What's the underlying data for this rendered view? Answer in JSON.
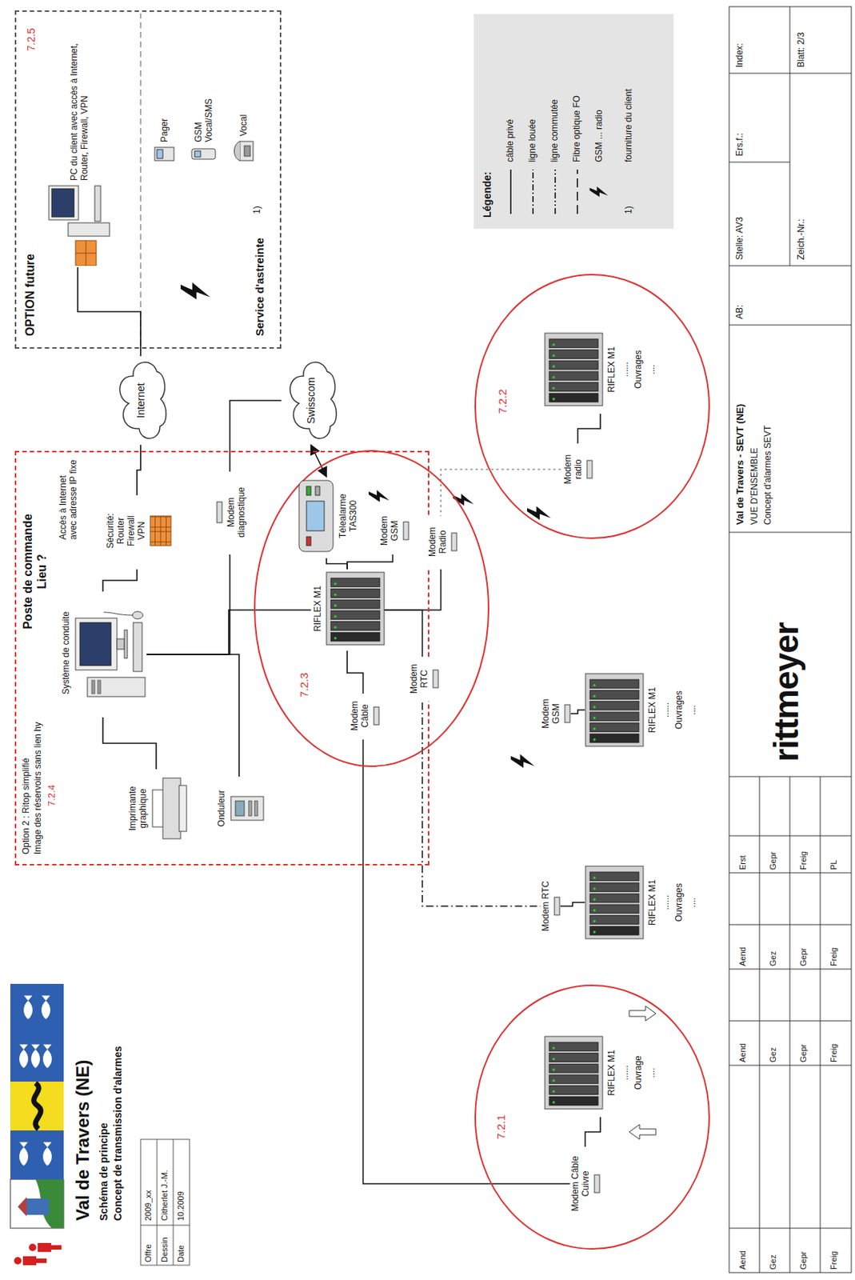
{
  "diagram": {
    "title": "Val de Travers (NE)",
    "nodes": [
      {
        "text": [
          "Poste de commande Lieu ?"
        ]
      },
      {
        "text": [
          "Imprimante graphique"
        ],
        "in": 0
      },
      {
        "text": [
          "Onduleur"
        ],
        "in": 0
      },
      {
        "text": [
          "Système de conduite"
        ],
        "in": 0
      },
      {
        "text": [
          "Sécurité: Router Firewall VPN"
        ],
        "in": 0
      },
      {
        "text": [
          "Modem diagnostique"
        ],
        "in": 0
      },
      {
        "text": [
          "7.2.3"
        ],
        "in": 0
      },
      {
        "text": [
          "RIFLEX M1"
        ],
        "in": 6
      },
      {
        "text": [
          "Modem Câble"
        ],
        "in": 6
      },
      {
        "text": [
          "Modem RTC"
        ],
        "in": 6
      },
      {
        "text": [
          "Modem GSM"
        ],
        "in": 6
      },
      {
        "text": [
          "Modem Radio"
        ],
        "in": 6
      },
      {
        "text": [
          "Télealarme TAS300"
        ],
        "in": 6
      },
      {
        "text": [
          "Internet"
        ]
      },
      {
        "text": [
          "Swisscom"
        ]
      },
      {
        "text": [
          "OPTION future",
          "7.2.5"
        ]
      },
      {
        "text": [
          "PC du client avec accès à Internet, Router, Firewall, VPN"
        ],
        "in": 15
      },
      {
        "text": [
          "Pager"
        ],
        "in": 15
      },
      {
        "text": [
          "GSM Vocal/SMS"
        ],
        "in": 15
      },
      {
        "text": [
          "Vocal"
        ],
        "in": 15
      },
      {
        "text": [
          "7.2.1"
        ]
      },
      {
        "text": [
          "Modem Câble Cuivre"
        ],
        "in": 20
      },
      {
        "text": [
          "RIFLEX M1",
          "......",
          "Ouvrage",
          "...."
        ],
        "in": 20
      },
      {
        "text": [
          "Modem RTC"
        ]
      },
      {
        "text": [
          "RIFLEX M1",
          "......",
          "Ouvrages",
          "...."
        ]
      },
      {
        "text": [
          "Modem GSM"
        ]
      },
      {
        "text": [
          "RIFLEX M1",
          "......",
          "Ouvrages",
          "...."
        ]
      },
      {
        "text": [
          "7.2.2"
        ]
      },
      {
        "text": [
          "Modem radio"
        ],
        "in": 27
      },
      {
        "text": [
          "RIFLEX M1",
          "......",
          "Ouvrages",
          "...."
        ],
        "in": 27
      }
    ],
    "edges": [
      {
        "from": 3,
        "to": 1,
        "arrow": "none"
      },
      {
        "from": 3,
        "to": 2,
        "arrow": "none"
      },
      {
        "from": 3,
        "to": 4,
        "arrow": "none"
      },
      {
        "from": 3,
        "to": 5,
        "arrow": "none"
      },
      {
        "from": 3,
        "to": 7,
        "arrow": "none"
      },
      {
        "from": 4,
        "to": 13,
        "arrow": "none"
      },
      {
        "from": 5,
        "to": 14,
        "arrow": "none"
      },
      {
        "from": 12,
        "to": 14,
        "arrow": "both"
      },
      {
        "from": 7,
        "to": 8,
        "arrow": "none"
      },
      {
        "from": 7,
        "to": 9,
        "arrow": "none"
      },
      {
        "from": 7,
        "to": 10,
        "arrow": "none"
      },
      {
        "from": 7,
        "to": 11,
        "arrow": "none"
      },
      {
        "from": 7,
        "to": 12,
        "arrow": "none"
      },
      {
        "from": 13,
        "to": 16,
        "arrow": "none"
      },
      {
        "from": 8,
        "to": 21,
        "arrow": "none"
      },
      {
        "from": 21,
        "to": 22,
        "arrow": "none"
      },
      {
        "from": 9,
        "to": 23,
        "arrow": "none"
      },
      {
        "from": 23,
        "to": 24,
        "arrow": "none"
      },
      {
        "from": 25,
        "to": 26,
        "arrow": "none"
      },
      {
        "from": 11,
        "to": 28,
        "arrow": "none"
      },
      {
        "from": 28,
        "to": 29,
        "arrow": "none"
      }
    ],
    "labels": [
      "Schéma de principe",
      "Concept de transmission d'alarmes",
      "Offre",
      "2009_xx",
      "Dessin",
      "Citherlet J.-M.",
      "Date",
      "10.2009",
      "Option 2 : Ritop simplifié",
      "Image des réservoirs sans lien hy",
      "7.2.4",
      "Accès à Internet avec adresse IP fixe",
      "Service d'astreinte",
      "1)",
      "Légende:",
      "1)",
      "Aend",
      "Gez",
      "Gepr",
      "Freig",
      "Aend",
      "Gez",
      "Gepr",
      "Freig",
      "Aend",
      "Gez",
      "Gepr",
      "Freig",
      "Erst",
      "Gepr",
      "Freig",
      "PL",
      "rittmeyer",
      "Val de Travers - SEVT (NE)",
      "VUE D'ENSEMBLE",
      "Concept d'alarmes SEVT",
      "AB:",
      "Stelle: AV3",
      "Ers.f.:",
      "Index:",
      "Zeich.-Nr.:",
      "Blatt: 2/3"
    ],
    "legend": [
      {
        "text": "câble privé"
      },
      {
        "text": "ligne louée"
      },
      {
        "text": "ligne commutée"
      },
      {
        "text": "Fibre optique FO"
      },
      {
        "text": "GSM ... radio"
      },
      {
        "text": "fourniture du client"
      }
    ]
  }
}
